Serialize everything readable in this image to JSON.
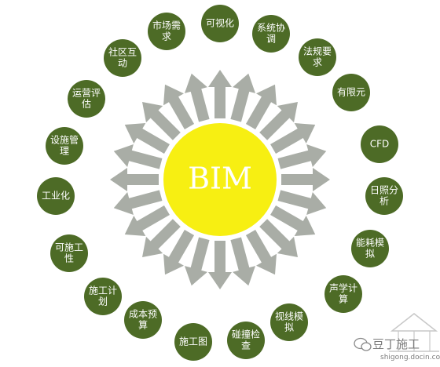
{
  "center": {
    "label": "BIM",
    "color": "#f7ef12"
  },
  "node_color": "#4d6b26",
  "arrow_color": "#a9ada6",
  "nodes": [
    {
      "lines": [
        "可视化"
      ]
    },
    {
      "lines": [
        "系统协",
        "调"
      ]
    },
    {
      "lines": [
        "法规要",
        "求"
      ]
    },
    {
      "lines": [
        "有限元"
      ]
    },
    {
      "lines": [
        "CFD"
      ]
    },
    {
      "lines": [
        "日照分",
        "析"
      ]
    },
    {
      "lines": [
        "能耗模",
        "拟"
      ]
    },
    {
      "lines": [
        "声学计",
        "算"
      ]
    },
    {
      "lines": [
        "视线模",
        "拟"
      ]
    },
    {
      "lines": [
        "碰撞检",
        "查"
      ]
    },
    {
      "lines": [
        "施工图"
      ]
    },
    {
      "lines": [
        "成本预",
        "算"
      ]
    },
    {
      "lines": [
        "施工计",
        "划"
      ]
    },
    {
      "lines": [
        "可施工",
        "性"
      ]
    },
    {
      "lines": [
        "工业化"
      ]
    },
    {
      "lines": [
        "设施管",
        "理"
      ]
    },
    {
      "lines": [
        "运营评",
        "估"
      ]
    },
    {
      "lines": [
        "社区互",
        "动"
      ]
    },
    {
      "lines": [
        "市场需",
        "求"
      ]
    }
  ],
  "watermark": {
    "text": "豆丁施工",
    "url": "shigong.docin.com"
  }
}
